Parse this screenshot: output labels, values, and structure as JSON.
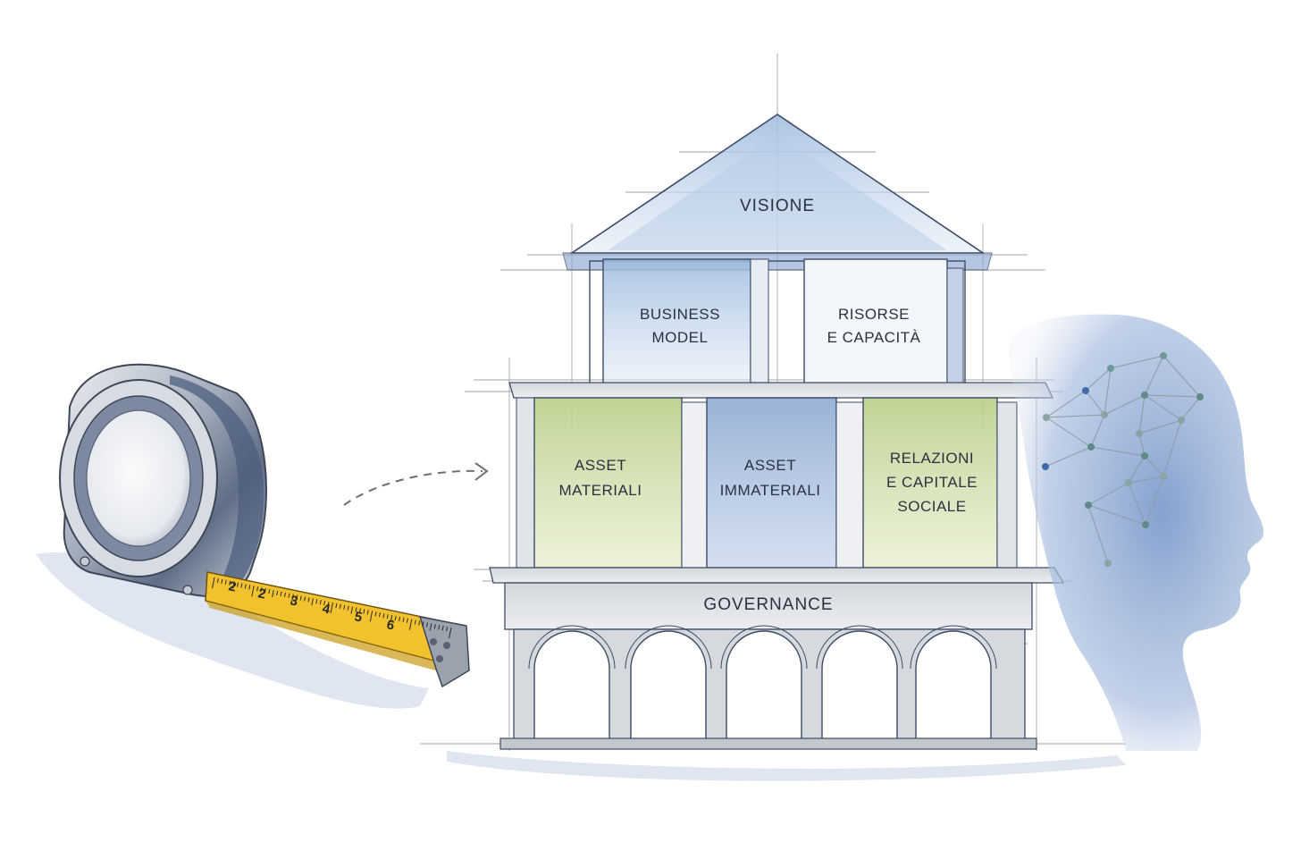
{
  "diagram": {
    "roof": {
      "label": "VISIONE"
    },
    "upper_floor": [
      {
        "line1": "BUSINESS",
        "line2": "MODEL"
      },
      {
        "line1": "RISORSE",
        "line2": "E CAPACITÀ"
      }
    ],
    "middle_floor": [
      {
        "line1": "ASSET",
        "line2": "MATERIALI",
        "line3": ""
      },
      {
        "line1": "ASSET",
        "line2": "IMMATERIALI",
        "line3": ""
      },
      {
        "line1": "RELAZIONI",
        "line2": "E CAPITALE",
        "line3": "SOCIALE"
      }
    ],
    "base": {
      "label": "GOVERNANCE"
    }
  },
  "tape_measure": {
    "ticks": [
      "2",
      "2",
      "3",
      "4",
      "5",
      "6"
    ],
    "tape_color": "#f2c12e"
  },
  "colors": {
    "blue_wash": "#a9c4e2",
    "green_wash": "#c5d79a",
    "stone_gray": "#c9ccd2",
    "head_blue": "#7e9cc9",
    "network_node": "#5f8a86"
  }
}
